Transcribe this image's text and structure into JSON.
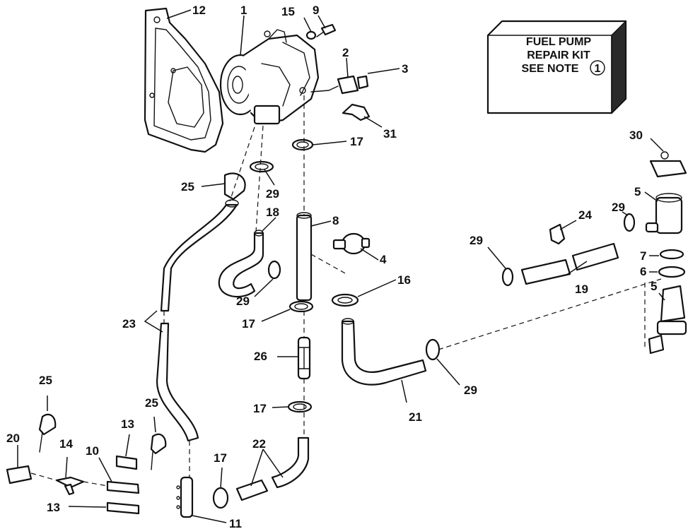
{
  "kit": {
    "line1": "FUEL PUMP",
    "line2": "REPAIR KIT",
    "line3": "SEE NOTE",
    "note_number": "1"
  },
  "callouts": {
    "c1": "1",
    "c2": "2",
    "c3": "3",
    "c4": "4",
    "c5a": "5",
    "c5b": "5",
    "c6": "6",
    "c7": "7",
    "c8": "8",
    "c9": "9",
    "c10": "10",
    "c11": "11",
    "c12": "12",
    "c13a": "13",
    "c13b": "13",
    "c14": "14",
    "c15": "15",
    "c16": "16",
    "c17a": "17",
    "c17b": "17",
    "c17c": "17",
    "c17d": "17",
    "c18": "18",
    "c19": "19",
    "c20": "20",
    "c21": "21",
    "c22": "22",
    "c23": "23",
    "c24": "24",
    "c25a": "25",
    "c25b": "25",
    "c25c": "25",
    "c26": "26",
    "c29a": "29",
    "c29b": "29",
    "c29c": "29",
    "c29d": "29",
    "c29e": "29",
    "c30": "30",
    "c31": "31"
  }
}
